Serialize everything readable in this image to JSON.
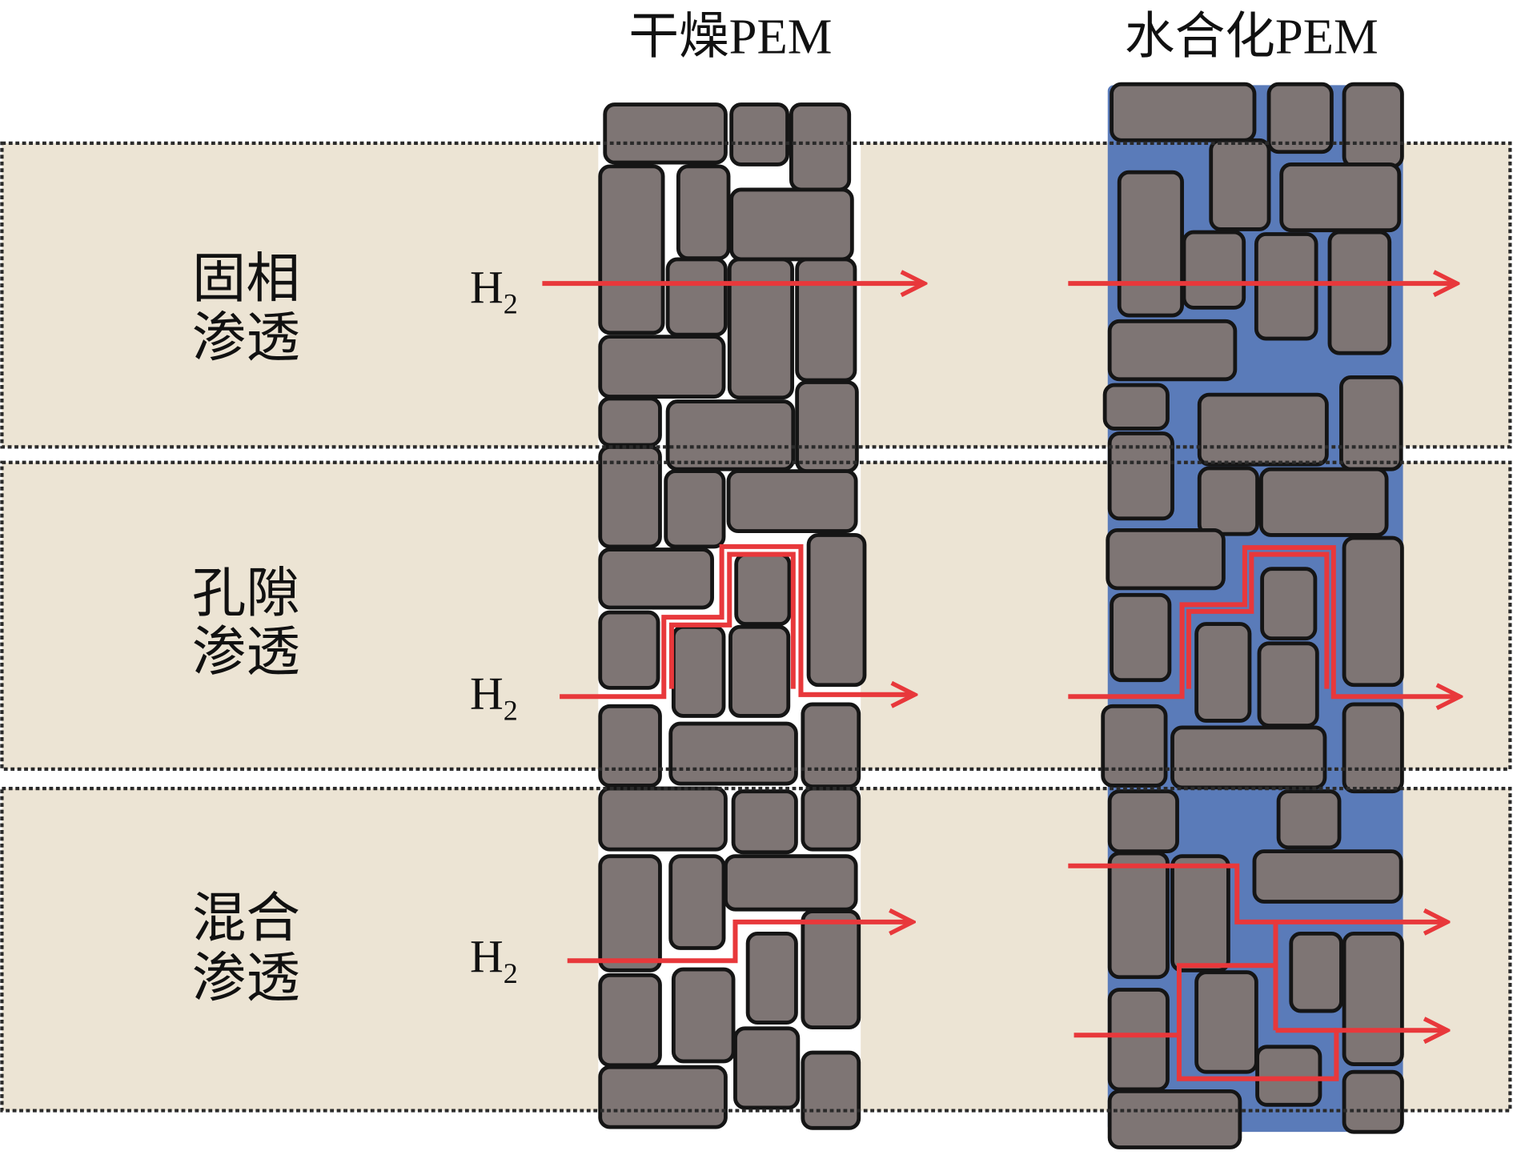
{
  "columns": {
    "dry": {
      "title": "干燥PEM"
    },
    "hydrated": {
      "title": "水合化PEM"
    }
  },
  "rows": [
    {
      "label_lines": [
        "固相",
        "渗透"
      ],
      "gas": {
        "base": "H",
        "sub": "2"
      }
    },
    {
      "label_lines": [
        "孔隙",
        "渗透"
      ],
      "gas": {
        "base": "H",
        "sub": "2"
      }
    },
    {
      "label_lines": [
        "混合",
        "渗透"
      ],
      "gas": {
        "base": "H",
        "sub": "2"
      }
    }
  ],
  "colors": {
    "background": "#ffffff",
    "band": "#ece4d4",
    "border": "#2a2a2a",
    "block": "#7e7574",
    "outline": "#151515",
    "water": "#5a7bb9",
    "pore": "#ffffff",
    "flow": "#e8383b"
  }
}
